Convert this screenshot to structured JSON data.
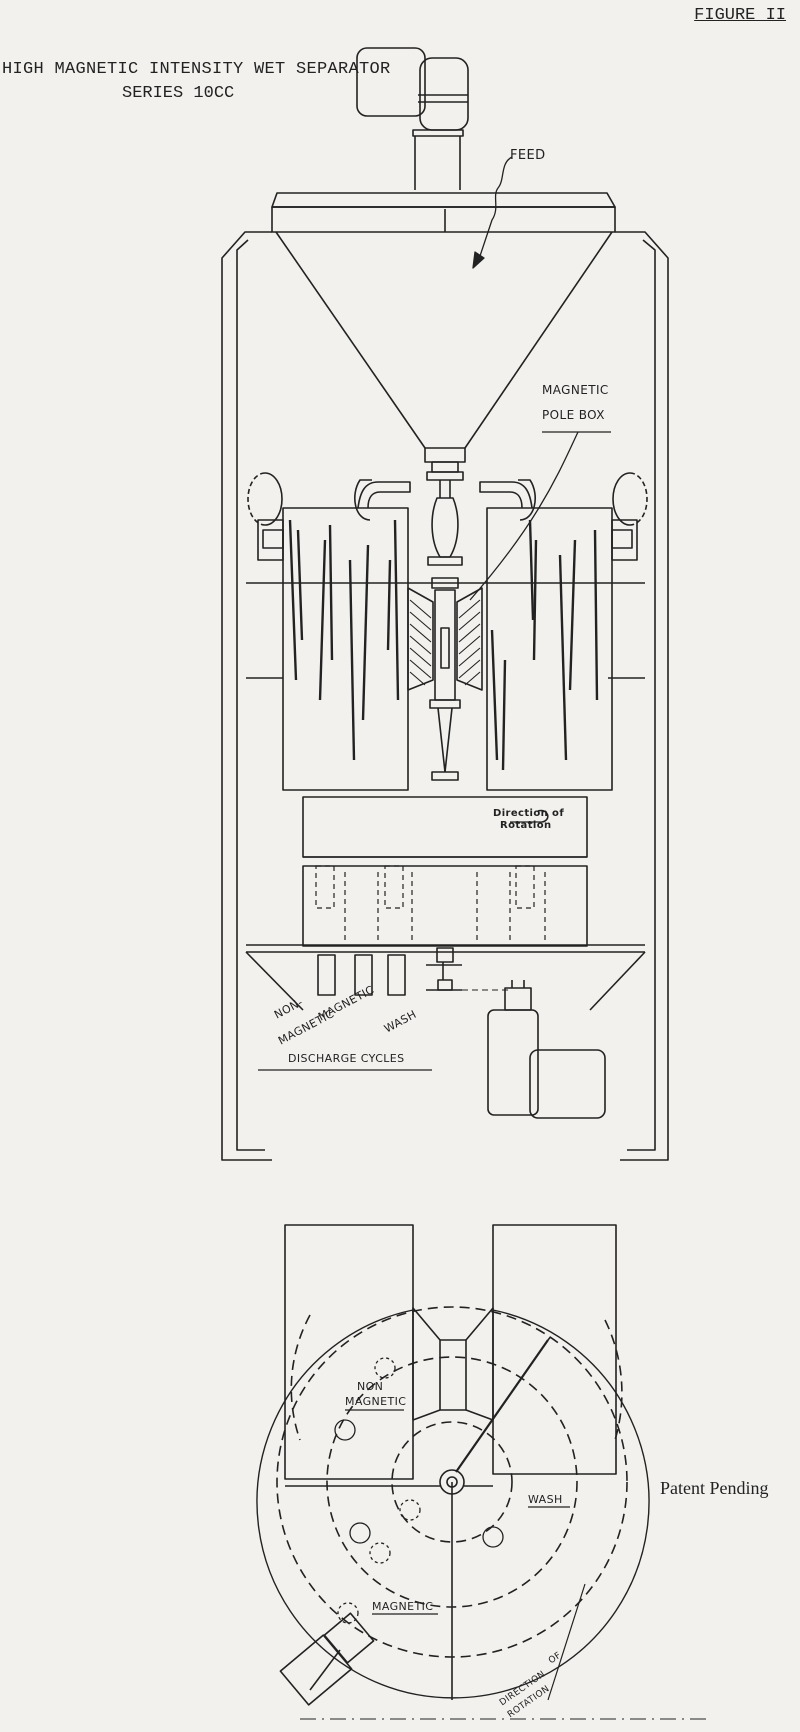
{
  "figure_label": "FIGURE II",
  "title_line1": "HIGH MAGNETIC INTENSITY WET SEPARATOR",
  "title_line2": "SERIES 10CC",
  "side_view": {
    "feed": "FEED",
    "pole_box_line1": "MAGNETIC",
    "pole_box_line2": "POLE BOX",
    "rotation_line1": "Direction of",
    "rotation_line2": "Rotation",
    "discharge_non": "NON-",
    "discharge_magnetic_1": "MAGNETIC",
    "discharge_magnetic_2": "MAGNETIC",
    "discharge_wash": "WASH",
    "discharge_cycles": "DISCHARGE CYCLES"
  },
  "plan_view": {
    "non_line1": "NON",
    "non_line2": "MAGNETIC",
    "wash": "WASH",
    "magnetic": "MAGNETIC",
    "direction_line1": "DIRECTION",
    "direction_line2": "OF",
    "direction_line3": "ROTATION"
  },
  "patent": "Patent Pending",
  "colors": {
    "paper": "#f2f1ee",
    "ink": "#222222"
  }
}
